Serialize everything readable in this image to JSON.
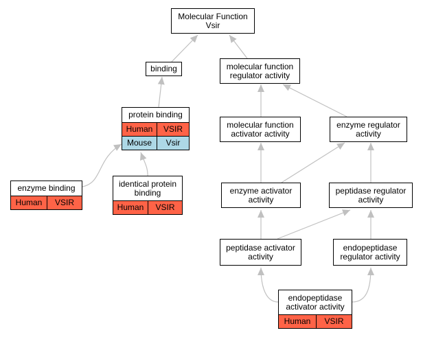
{
  "colors": {
    "human": "#ff6347",
    "mouse": "#add8e6",
    "edge": "#c0c0c0",
    "border": "#000000"
  },
  "nodes": {
    "root": {
      "title": "Molecular Function\nVsir"
    },
    "binding": {
      "title": "binding"
    },
    "mf_regulator": {
      "title": "molecular function\nregulator activity"
    },
    "protein_binding": {
      "title": "protein binding",
      "rows": [
        [
          "Human",
          "VSIR"
        ],
        [
          "Mouse",
          "Vsir"
        ]
      ]
    },
    "mf_activator": {
      "title": "molecular function\nactivator activity"
    },
    "enzyme_regulator": {
      "title": "enzyme regulator\nactivity"
    },
    "enzyme_binding": {
      "title": "enzyme binding",
      "rows": [
        [
          "Human",
          "VSIR"
        ]
      ]
    },
    "identical_protein_binding": {
      "title": "identical protein\nbinding",
      "rows": [
        [
          "Human",
          "VSIR"
        ]
      ]
    },
    "enzyme_activator": {
      "title": "enzyme activator\nactivity"
    },
    "peptidase_regulator": {
      "title": "peptidase regulator\nactivity"
    },
    "peptidase_activator": {
      "title": "peptidase activator\nactivity"
    },
    "endopeptidase_regulator": {
      "title": "endopeptidase\nregulator activity"
    },
    "endopeptidase_activator": {
      "title": "endopeptidase\nactivator activity",
      "rows": [
        [
          "Human",
          "VSIR"
        ]
      ]
    }
  }
}
